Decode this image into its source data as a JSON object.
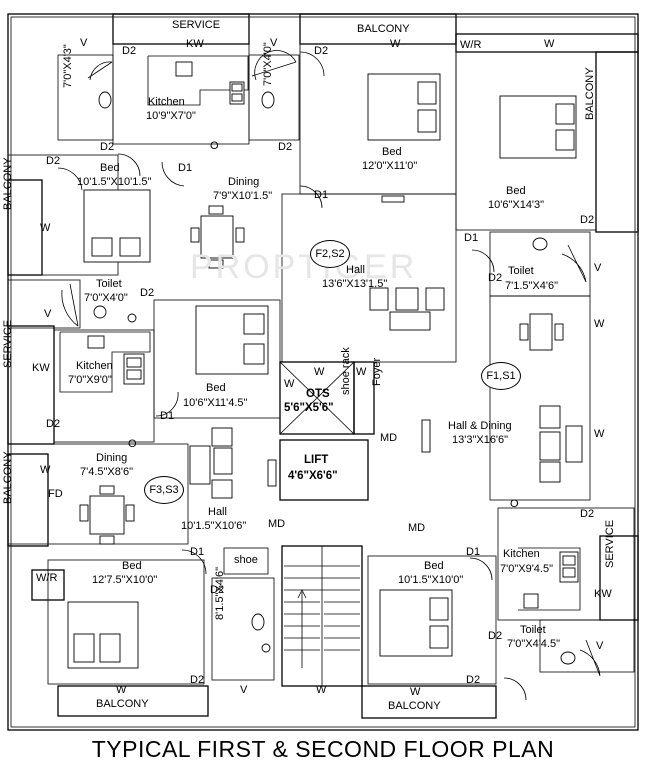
{
  "title": "TYPICAL FIRST & SECOND FLOOR PLAN",
  "watermark": "PROPTIGER",
  "flats": [
    "F2,S2",
    "F1,S1",
    "F3,S3"
  ],
  "rooms": [
    {
      "name": "Kitchen",
      "size": "10'9\"X7'0\""
    },
    {
      "name": "Bed",
      "size": "12'0\"X11'0\""
    },
    {
      "name": "Bed",
      "size": "10'1.5\"X10'1.5\""
    },
    {
      "name": "Dining",
      "size": "7'9\"X10'1.5\""
    },
    {
      "name": "Bed",
      "size": "10'6\"X14'3\""
    },
    {
      "name": "Hall",
      "size": "13'6\"X13'1.5\""
    },
    {
      "name": "Toilet",
      "size": "7'0\"X4'0\""
    },
    {
      "name": "Toilet",
      "size": "7'1.5\"X4'6\""
    },
    {
      "name": "Kitchen",
      "size": "7'0\"X9'0\""
    },
    {
      "name": "Bed",
      "size": "10'6\"X11'4.5\""
    },
    {
      "name": "Hall & Dining",
      "size": "13'3\"X16'6\""
    },
    {
      "name": "Dining",
      "size": "7'4.5\"X8'6\""
    },
    {
      "name": "Hall",
      "size": "10'1.5\"X10'6\""
    },
    {
      "name": "Kitchen",
      "size": "7'0\"X9'4.5\""
    },
    {
      "name": "Bed",
      "size": "12'7.5\"X10'0\""
    },
    {
      "name": "Bed",
      "size": "10'1.5\"X10'0\""
    },
    {
      "name": "Toilet",
      "size": "7'0\"X4'4.5\""
    }
  ],
  "toilet_sizes": [
    "7'0\"X4'3\"",
    "7'0\"X4'0\"",
    "8'1.5\"X4'6\""
  ],
  "core": {
    "ots": "OTS",
    "ots_size": "5'6\"X5'6\"",
    "lift": "LIFT",
    "lift_size": "4'6\"X6'6\"",
    "shoe_rack": "shoe rack",
    "foyer": "Foyer",
    "shoe": "shoe"
  },
  "tags": {
    "service": "SERVICE",
    "balcony": "BALCONY",
    "wr": "W/R",
    "kw": "KW",
    "fd": "FD",
    "md": "MD",
    "d1": "D1",
    "d2": "D2",
    "w": "W",
    "v": "V",
    "o": "O"
  }
}
